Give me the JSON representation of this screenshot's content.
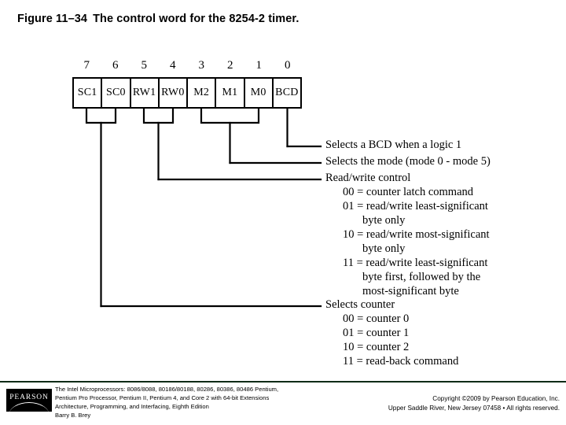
{
  "figure": {
    "number": "Figure 11–34",
    "caption": "The control word for the 8254-2 timer."
  },
  "register": {
    "bit_numbers": [
      "7",
      "6",
      "5",
      "4",
      "3",
      "2",
      "1",
      "0"
    ],
    "bit_labels": [
      "SC1",
      "SC0",
      "RW1",
      "RW0",
      "M2",
      "M1",
      "M0",
      "BCD"
    ]
  },
  "annotations": {
    "bcd": {
      "heading": "Selects a BCD when a logic 1"
    },
    "mode": {
      "heading": "Selects the mode (mode 0 - mode 5)"
    },
    "read_write": {
      "heading": "Read/write control",
      "options": [
        "00 = counter latch command",
        "01 = read/write least-significant",
        "byte only",
        "10 = read/write most-significant",
        "byte only",
        "11 = read/write least-significant",
        "byte first, followed by the",
        "most-significant byte"
      ]
    },
    "counter": {
      "heading": "Selects counter",
      "options": [
        "00 = counter 0",
        "01 = counter 1",
        "10 = counter 2",
        "11 = read-back command"
      ]
    }
  },
  "footer": {
    "logo_text": "PEARSON",
    "book_lines": [
      "The Intel Microprocessors: 8086/8088, 80186/80188, 80286, 80386, 80486 Pentium,",
      "Pentium Pro Processor, Pentium II, Pentium 4, and Core 2 with 64-bit Extensions",
      "Architecture, Programming, and Interfacing, Eighth Edition",
      "Barry B. Brey"
    ],
    "copyright_lines": [
      "Copyright ©2009 by Pearson Education, Inc.",
      "Upper Saddle River, New Jersey 07458 • All rights reserved."
    ]
  },
  "colors": {
    "ink": "#000000",
    "footer_rule": "#0d2b16",
    "logo_bg": "#000000",
    "page_bg": "#ffffff"
  }
}
